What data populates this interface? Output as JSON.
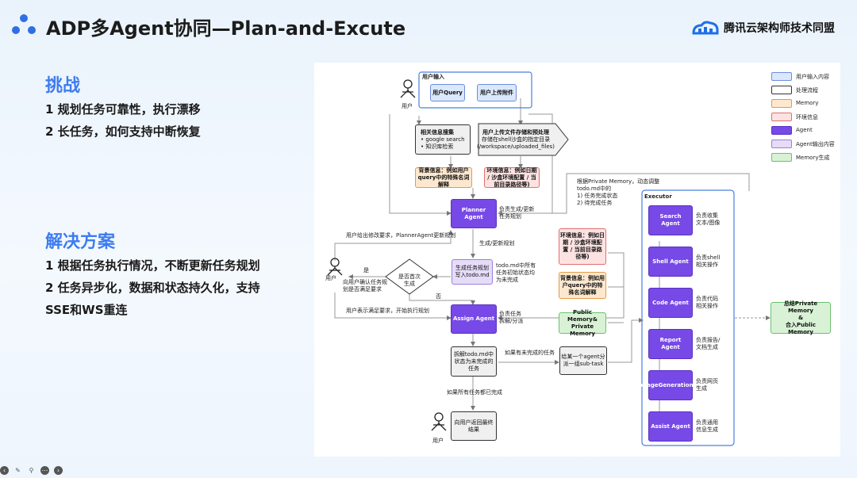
{
  "header": {
    "title": "ADP多Agent协同—Plan-and-Excute",
    "brand": "腾讯云架构师技术同盟"
  },
  "challenge": {
    "heading": "挑战",
    "items": [
      "1 规划任务可靠性，执行漂移",
      "2 长任务，如何支持中断恢复"
    ]
  },
  "solution": {
    "heading": "解决方案",
    "items": [
      "1 根据任务执行情况，不断更新任务规划",
      "2 任务异步化，数据和状态持久化，支持",
      "SSE和WS重连"
    ]
  },
  "diagram": {
    "user_input_title": "用户输入",
    "user_query": "用户Query",
    "user_upload": "用户上传附件",
    "user": "用户",
    "info_collect": {
      "title": "相关信息搜集",
      "items": [
        "google search",
        "知识库检索"
      ]
    },
    "upload_process": [
      "用户上传文件存储和预处理",
      "存储在shell沙盒的指定目录",
      "(/workspace/uploaded_files)"
    ],
    "bg_info": "背景信息：例如用户query中的特殊名词解释",
    "env_info": "环境信息：例如日期 / 沙盒环境配置 / 当前目录路径等)",
    "planner_agent": "Planner Agent",
    "planner_desc": "负责生成/更新任务规划",
    "private_memory_note": [
      "根据Private Memory，动态调整",
      "todo.md中的",
      "1) 任务完成状态",
      "2) 待完成任务"
    ],
    "gen_update": "生成/更新规划",
    "user_modify": "用户给出修改要求，PlannerAgent更新规划",
    "gen_todo": "生成任务规划写入todo.md",
    "todo_desc": "todo.md中所有任务初始状态均为未完成",
    "first_gen": "是否首次生成",
    "yes": "是",
    "no": "否",
    "confirm": "向用户确认任务规划是否满足要求",
    "user_ok": "用户表示满足要求，开始执行规划",
    "assign_agent": "Assign Agent",
    "assign_desc": "负责任务拆解/分派",
    "env_info2": "环境信息：例如日期 / 沙盒环境配置 / 当前目录路径等)",
    "bg_info2": "背景信息：例如用户query中的特殊名词解释",
    "public_memory": "Public Memory& Private Memory",
    "split_todo": "拆解todo.md中状态为未完成的任务",
    "if_unfinished": "如果有未完成的任务",
    "give_subtask": "给某一个agent分派一组sub-task",
    "if_all_done": "如果所有任务都已完成",
    "return_result": "向用户返回最终结果",
    "executor": "Executor",
    "agents": [
      {
        "name": "Search Agent",
        "desc": "负责收集文本/图像"
      },
      {
        "name": "Shell Agent",
        "desc": "负责shell相关操作"
      },
      {
        "name": "Code Agent",
        "desc": "负责代码相关操作"
      },
      {
        "name": "Report Agent",
        "desc": "负责报告/文档生成"
      },
      {
        "name": "WebpageGenerationAgent",
        "desc": "负责网页生成"
      },
      {
        "name": "Assist Agent",
        "desc": "负责通用信息生成"
      }
    ],
    "summary": [
      "总结Private Memory",
      "&",
      "合入Public Memory"
    ]
  },
  "legend": [
    "用户输入内容",
    "处理流程",
    "Memory",
    "环境信息",
    "Agent",
    "Agent输出内容",
    "Memory生成"
  ],
  "colors": {
    "accent": "#3e7cf0",
    "agent": "#7749e6",
    "memory": "#fde8cf",
    "env": "#fde2e2",
    "user_input": "#dbe7fb",
    "agent_output": "#e6dcf8",
    "memory_gen": "#d9f2d6"
  }
}
